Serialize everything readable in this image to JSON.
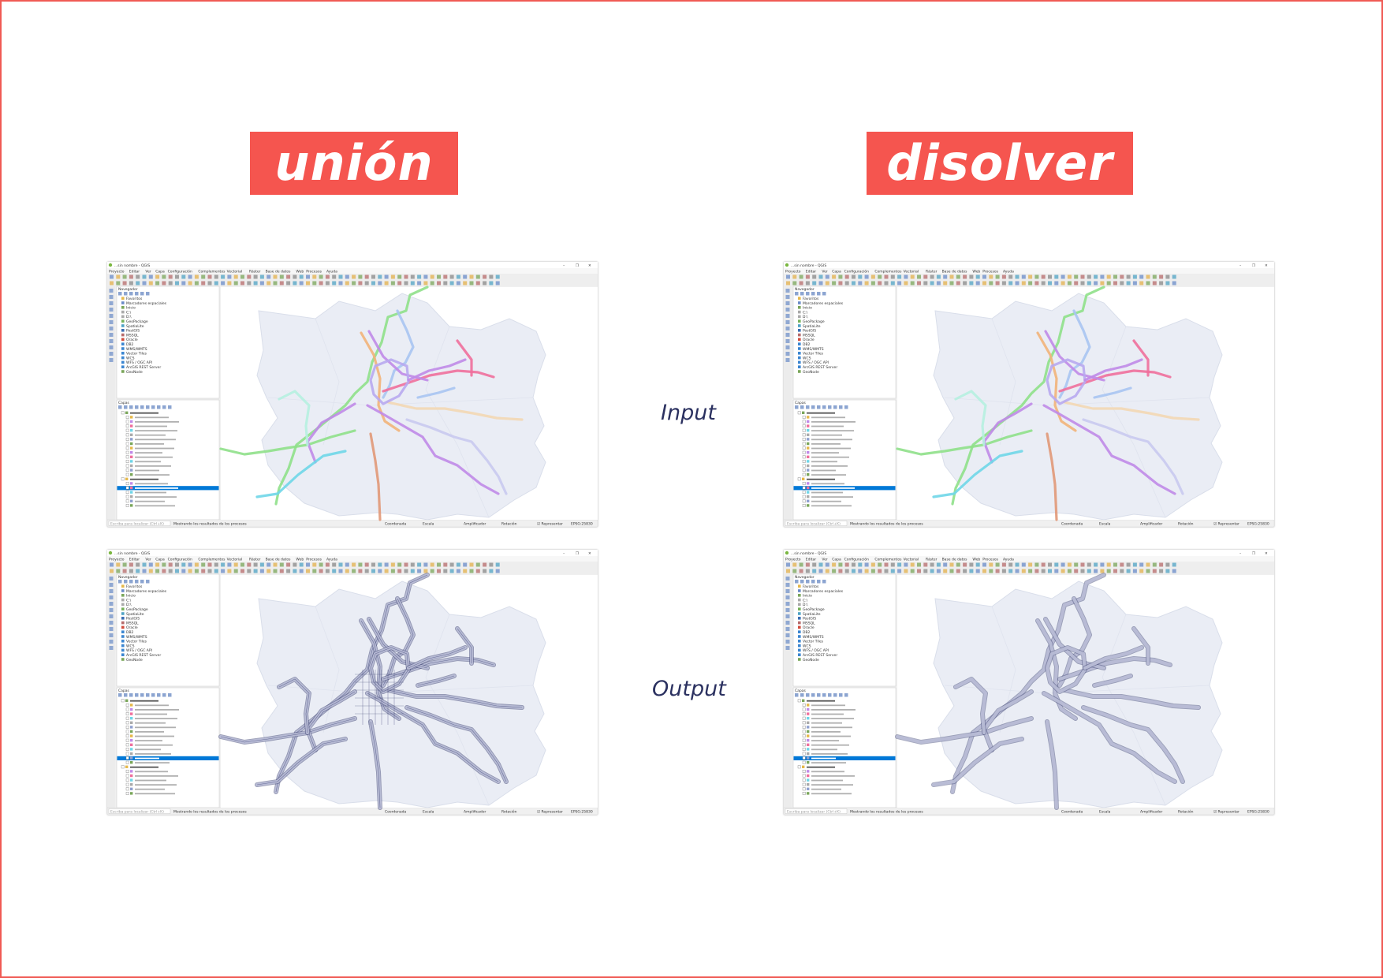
{
  "headings": {
    "left": "unión",
    "right": "disolver"
  },
  "row_labels": {
    "top": "Input",
    "bottom": "Output"
  },
  "screens": {
    "window_title": "...sin nombre - QGIS",
    "menu": [
      "Proyecto",
      "Editar",
      "Ver",
      "Capa",
      "Configuración",
      "Complementos",
      "Vectorial",
      "Ráster",
      "Base de datos",
      "Web",
      "Procesos",
      "Ayuda"
    ],
    "browser_title": "Navegador",
    "browser_items": [
      "Favoritos",
      "Marcadores espaciales",
      "Inicio",
      "C:\\",
      "D:\\",
      "GeoPackage",
      "SpatiaLite",
      "PostGIS",
      "MSSQL",
      "Oracle",
      "DB2",
      "WMS/WMTS",
      "Vector Tiles",
      "WCS",
      "WFS / OGC API",
      "ArcGIS REST Server",
      "GeoNode"
    ],
    "layers_title": "Capas",
    "status_coord": "Coordenada",
    "status_scale": "Escala",
    "status_magnifier": "Amplificador",
    "status_rotation": "Rotación",
    "status_render": "Representar",
    "status_crs": "EPSG:25830",
    "status_search": "Escriba para localizar (Ctrl+K)",
    "status_message": "Mostrando los resultados de los procesos"
  },
  "colors": {
    "accent": "#f5554f",
    "label": "#2b3160",
    "mapBackground": "#eaedf5",
    "selection": "#0078d7",
    "outputLine": "#5a6090"
  }
}
